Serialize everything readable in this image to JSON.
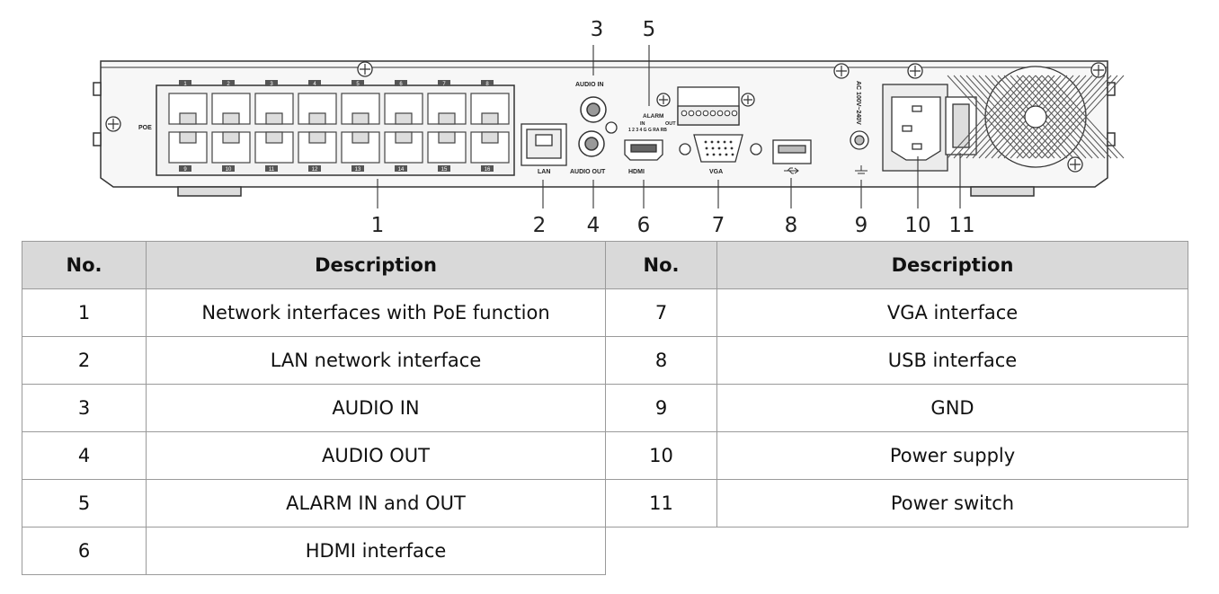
{
  "device": {
    "labels": {
      "poe": "POE",
      "lan": "LAN",
      "audio_in": "AUDIO IN",
      "audio_out": "AUDIO OUT",
      "alarm": "ALARM",
      "alarm_in": "IN",
      "alarm_out": "OUT",
      "alarm_pins": "1 2 3 4 G G RA RB",
      "hdmi": "HDMI",
      "vga": "VGA",
      "ac": "AC 100V~240V"
    },
    "port_numbers_top": [
      "1",
      "2",
      "3",
      "4",
      "5",
      "6",
      "7",
      "8"
    ],
    "port_numbers_bottom": [
      "9",
      "10",
      "11",
      "12",
      "13",
      "14",
      "15",
      "16"
    ],
    "callouts": [
      "1",
      "2",
      "3",
      "4",
      "5",
      "6",
      "7",
      "8",
      "9",
      "10",
      "11"
    ]
  },
  "table": {
    "headers": [
      "No.",
      "Description",
      "No.",
      "Description"
    ],
    "rows": [
      [
        "1",
        "Network interfaces with PoE function",
        "7",
        "VGA interface"
      ],
      [
        "2",
        "LAN network interface",
        "8",
        "USB interface"
      ],
      [
        "3",
        "AUDIO IN",
        "9",
        "GND"
      ],
      [
        "4",
        "AUDIO OUT",
        "10",
        "Power supply"
      ],
      [
        "5",
        "ALARM IN and OUT",
        "11",
        "Power switch"
      ],
      [
        "6",
        "HDMI interface",
        "",
        ""
      ]
    ]
  }
}
